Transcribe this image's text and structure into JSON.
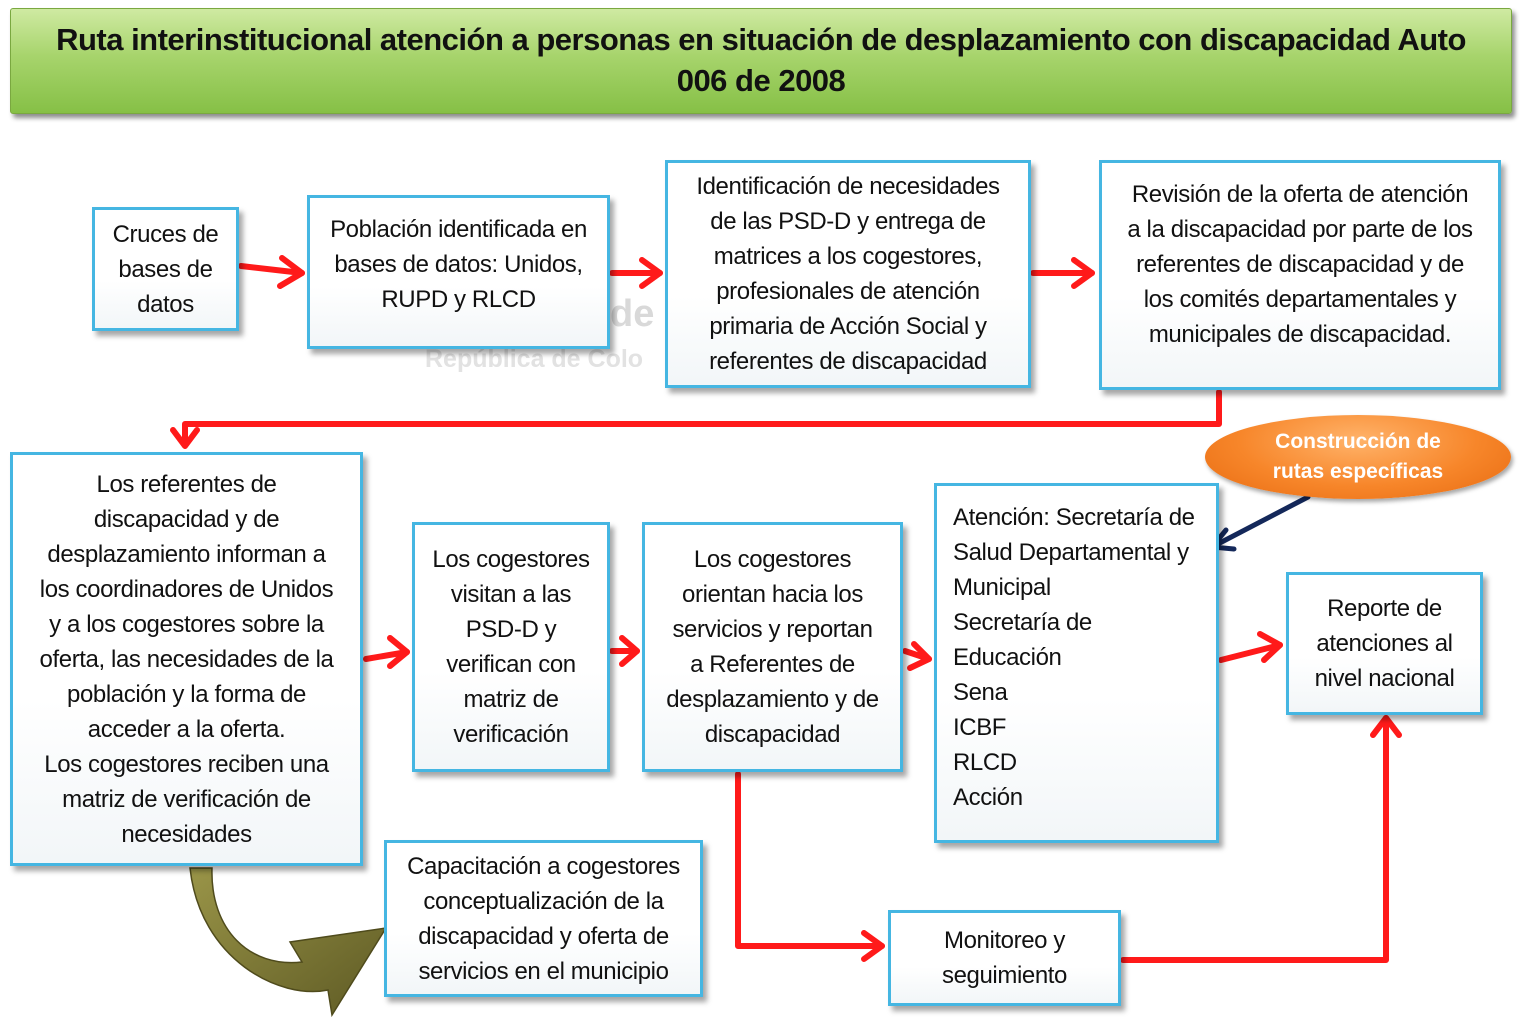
{
  "title": "Ruta interinstitucional atención a personas en situación de desplazamiento con discapacidad Auto 006 de 2008",
  "watermark": [
    "de",
    "República de Colo"
  ],
  "boxes": {
    "cruces": [
      "Cruces de",
      "bases de",
      "datos"
    ],
    "poblacion": [
      "Población identificada en",
      "bases de datos: Unidos,",
      "RUPD y RLCD"
    ],
    "identificacion": [
      "Identificación de necesidades",
      "de las PSD-D y entrega de",
      "matrices a los cogestores,",
      "profesionales de atención",
      "primaria de Acción Social y",
      "referentes de discapacidad"
    ],
    "revision": [
      "Revisión de la oferta de atención",
      "a la discapacidad por parte de los",
      "referentes de discapacidad y de",
      "los comités departamentales y",
      "municipales de discapacidad."
    ],
    "referentes": [
      "Los referentes de",
      "discapacidad y de",
      "desplazamiento informan a",
      "los coordinadores de Unidos",
      "y a  los cogestores sobre la",
      "oferta, las necesidades de la",
      "población y la forma de",
      "acceder a la oferta.",
      "Los cogestores reciben una",
      "matriz de verificación de",
      "necesidades"
    ],
    "visitan": [
      "Los cogestores",
      "visitan a las",
      "PSD-D y",
      "verifican con",
      "matriz de",
      "verificación"
    ],
    "orientan": [
      "Los cogestores",
      "orientan hacia los",
      "servicios y reportan",
      "a Referentes de",
      "desplazamiento y de",
      "discapacidad"
    ],
    "atencion": [
      "Atención: Secretaría de",
      "Salud Departamental y",
      "Municipal",
      "Secretaría de",
      "Educación",
      "Sena",
      "ICBF",
      "RLCD",
      "Acción"
    ],
    "reporte": [
      "Reporte de",
      "atenciones al",
      "nivel nacional"
    ],
    "capacitacion": [
      "Capacitación a cogestores",
      "conceptualización de la",
      "discapacidad y oferta de",
      "servicios en el municipio"
    ],
    "monitoreo": [
      "Monitoreo y",
      "seguimiento"
    ]
  },
  "oval": [
    "Construcción de",
    "rutas específicas"
  ],
  "colors": {
    "arrow": "#ff1a1a",
    "navy_arrow": "#14285a",
    "box_border": "#45b6e2",
    "curved_arrow": "#7e7a3a",
    "banner": "#a7d46c",
    "oval": "#f7862a"
  }
}
